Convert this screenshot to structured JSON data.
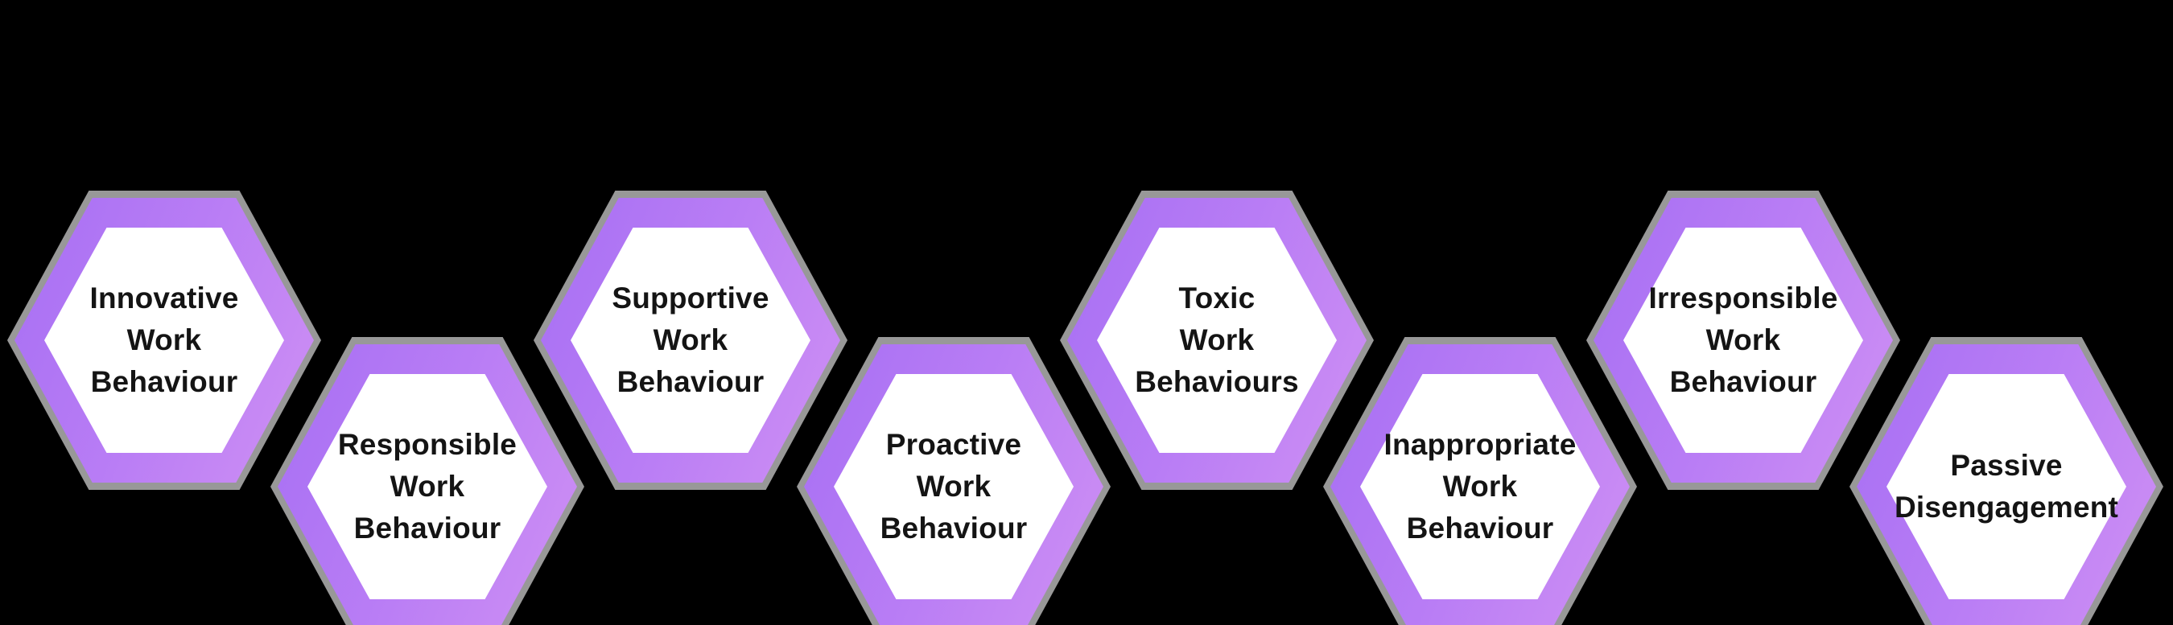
{
  "diagram": {
    "description": "Honeycomb infographic of eight work behaviour types in alternating up/down hexagons",
    "background_color": "#000000"
  },
  "style": {
    "border_gradient_start": "#a76ff3",
    "border_gradient_mid": "#b97df5",
    "border_gradient_end": "#cf90f3",
    "outline_color": "#989898",
    "fill_color": "#ffffff",
    "text_color": "#141414"
  },
  "hexagons": [
    {
      "label": "Innovative Work Behaviour",
      "lines": [
        "Innovative",
        "Work",
        "Behaviour"
      ],
      "row": "top"
    },
    {
      "label": "Responsible Work Behaviour",
      "lines": [
        "Responsible",
        "Work",
        "Behaviour"
      ],
      "row": "bottom"
    },
    {
      "label": "Supportive Work Behaviour",
      "lines": [
        "Supportive",
        "Work",
        "Behaviour"
      ],
      "row": "top"
    },
    {
      "label": "Proactive Work Behaviour",
      "lines": [
        "Proactive",
        "Work",
        "Behaviour"
      ],
      "row": "bottom"
    },
    {
      "label": "Toxic Work Behaviours",
      "lines": [
        "Toxic",
        "Work",
        "Behaviours"
      ],
      "row": "top"
    },
    {
      "label": "Inappropriate Work Behaviour",
      "lines": [
        "Inappropriate",
        "Work",
        "Behaviour"
      ],
      "row": "bottom"
    },
    {
      "label": "Irresponsible Work Behaviour",
      "lines": [
        "Irresponsible",
        "Work",
        "Behaviour"
      ],
      "row": "top"
    },
    {
      "label": "Passive Disengagement",
      "lines": [
        "Passive",
        "Disengagement"
      ],
      "row": "bottom"
    }
  ]
}
